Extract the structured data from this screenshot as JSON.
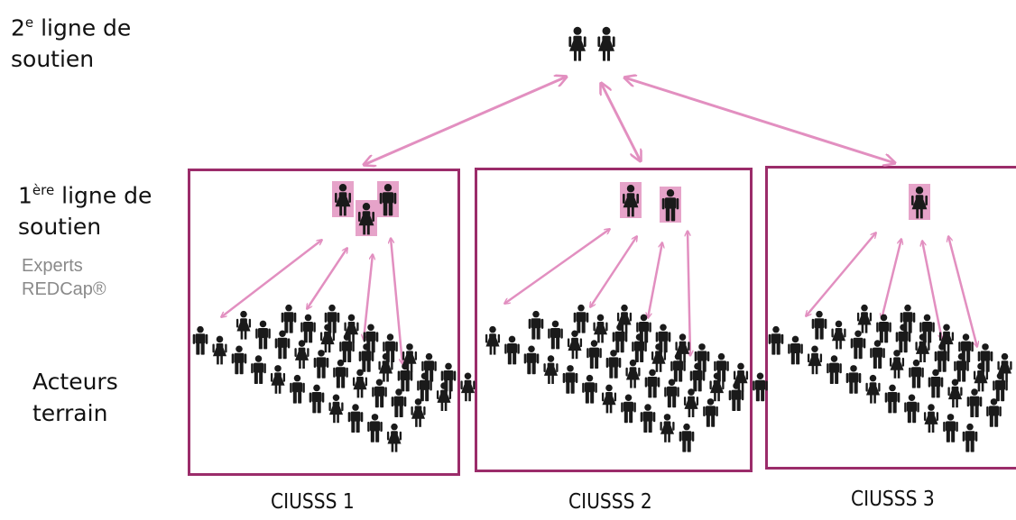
{
  "labels": {
    "second_line": {
      "prefix": "2",
      "sup": "e",
      "rest": " ligne de",
      "line2": "soutien"
    },
    "first_line": {
      "prefix": "1",
      "sup": "ère",
      "rest": " ligne de",
      "line2": "soutien"
    },
    "experts": {
      "line1": "Experts",
      "line2": "REDCap®"
    },
    "field": {
      "line1": "Acteurs",
      "line2": "terrain"
    }
  },
  "groups": [
    {
      "caption": "CIUSSS 1"
    },
    {
      "caption": "CIUSSS 2"
    },
    {
      "caption": "CIUSSS 3"
    }
  ],
  "colors": {
    "box_border": "#9b2c6a",
    "arrow": "#e28fc0",
    "person": "#1a1a1a",
    "highlight": "#e6a3c9"
  }
}
